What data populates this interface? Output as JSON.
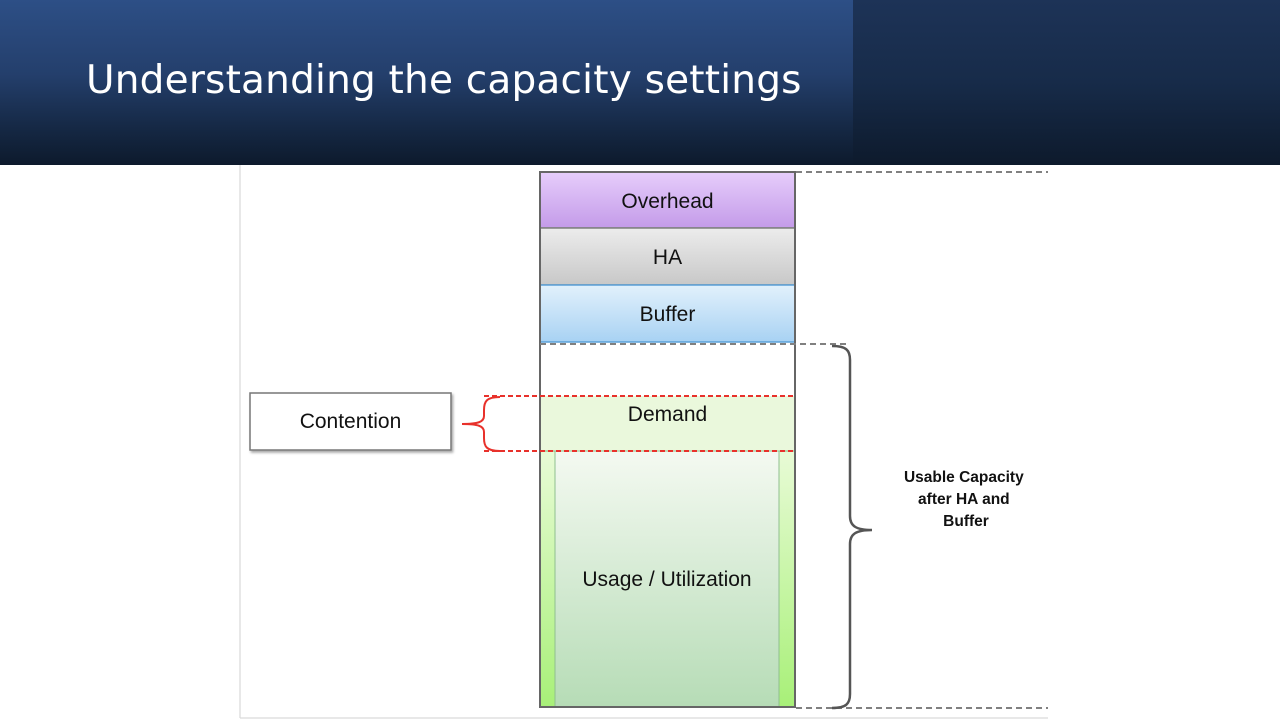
{
  "slide": {
    "title": "Understanding the capacity settings"
  },
  "diagram": {
    "segments": {
      "overhead": "Overhead",
      "ha": "HA",
      "buffer": "Buffer",
      "demand": "Demand",
      "usage": "Usage / Utilization"
    },
    "contention_label": "Contention",
    "usable_capacity_lines": [
      "Usable Capacity",
      "after HA and",
      "Buffer"
    ],
    "colors": {
      "overhead": "#cfa8f0",
      "ha": "#d3d3d3",
      "buffer": "#b9dcf6",
      "demand": "#eaf8dc",
      "usage": "#c4e3c4",
      "usage_side": "#b8f58f",
      "contention_bracket": "#e8312b",
      "brace": "#555555"
    }
  }
}
